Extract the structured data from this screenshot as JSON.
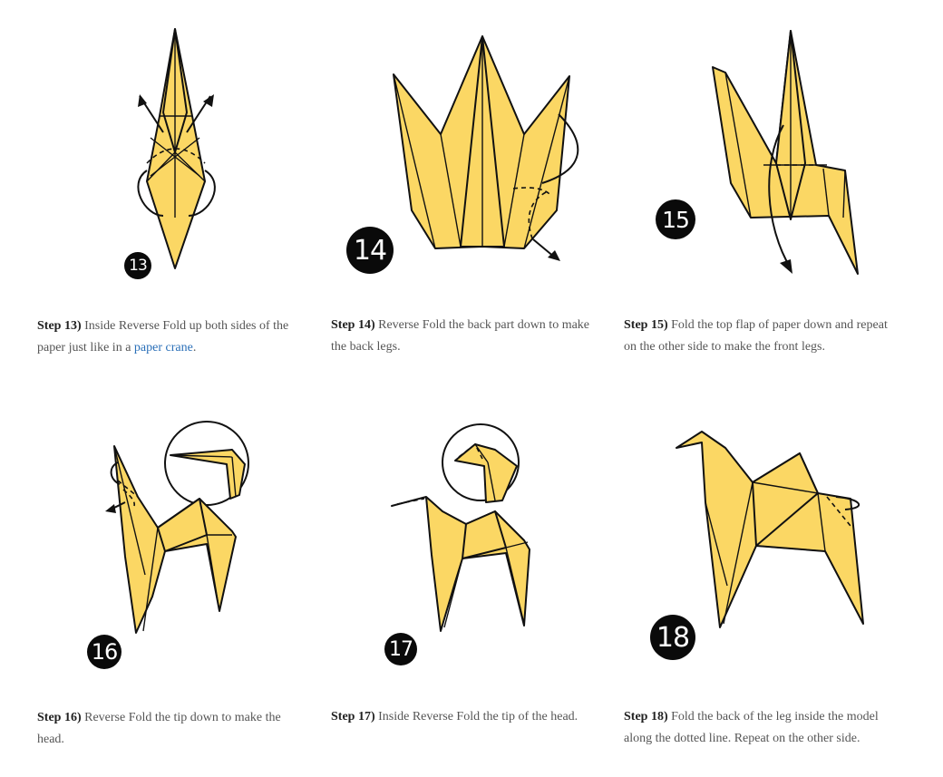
{
  "steps": [
    {
      "label": "Step 13)",
      "text": "Inside Reverse Fold up both sides of the paper just like in a ",
      "link": "paper crane",
      "after": ".",
      "number": "13"
    },
    {
      "label": "Step 14)",
      "text": "Reverse Fold the back part down to make the back legs.",
      "number": "14"
    },
    {
      "label": "Step 15)",
      "text": "Fold the top flap of paper down and repeat on the other side to make the front legs.",
      "number": "15"
    },
    {
      "label": "Step 16)",
      "text": "Reverse Fold the tip down to make the head.",
      "number": "16"
    },
    {
      "label": "Step 17)",
      "text": "Inside Reverse Fold the tip of the head.",
      "number": "17"
    },
    {
      "label": "Step 18)",
      "text": "Fold the back of the leg inside the model along the dotted line. Repeat on the other side.",
      "number": "18"
    }
  ],
  "colors": {
    "paper": "#fbd764",
    "link": "#2a6fb8",
    "badge": "#0a0a0a"
  }
}
